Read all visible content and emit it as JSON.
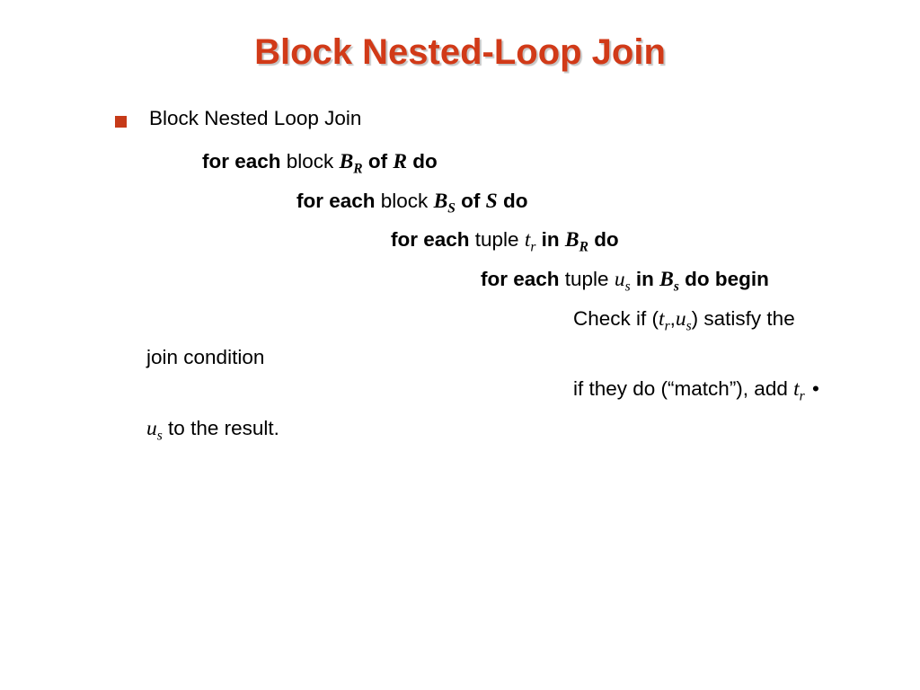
{
  "slide": {
    "title": "Block Nested-Loop Join",
    "title_color": "#D13A18",
    "background_color": "#FFFFFF",
    "bullet_color": "#C63A18",
    "bullet_icon": "square-bullet-icon"
  },
  "bullet": {
    "text": "Block Nested Loop Join"
  },
  "pseudocode": {
    "lines": [
      {
        "indent_level": 1,
        "parts": [
          {
            "text": "for each",
            "style": "bold"
          },
          {
            "text": " block ",
            "style": "regular"
          },
          {
            "text": "B",
            "sub": "R",
            "style": "bold-italic"
          },
          {
            "text": " of ",
            "style": "bold"
          },
          {
            "text": "R",
            "style": "bold-italic"
          },
          {
            "text": " do",
            "style": "bold"
          }
        ],
        "plain": "for each block BR of R do"
      },
      {
        "indent_level": 2,
        "parts": [
          {
            "text": "for each",
            "style": "bold"
          },
          {
            "text": " block ",
            "style": "regular"
          },
          {
            "text": "B",
            "sub": "S",
            "style": "bold-italic"
          },
          {
            "text": " of ",
            "style": "bold"
          },
          {
            "text": "S",
            "style": "bold-italic"
          },
          {
            "text": " do",
            "style": "bold"
          }
        ],
        "plain": "for each block BS of S do"
      },
      {
        "indent_level": 3,
        "parts": [
          {
            "text": "for each",
            "style": "bold"
          },
          {
            "text": " tuple ",
            "style": "regular"
          },
          {
            "text": "t",
            "sub": "r",
            "style": "italic"
          },
          {
            "text": " in ",
            "style": "bold"
          },
          {
            "text": "B",
            "sub": "R",
            "style": "bold-italic"
          },
          {
            "text": " do",
            "style": "bold"
          }
        ],
        "plain": "for each tuple tr in BR do"
      },
      {
        "indent_level": 4,
        "parts": [
          {
            "text": "for each",
            "style": "bold"
          },
          {
            "text": " tuple ",
            "style": "regular"
          },
          {
            "text": "u",
            "sub": "s",
            "style": "italic"
          },
          {
            "text": " in ",
            "style": "bold"
          },
          {
            "text": "B",
            "sub": "s",
            "style": "bold-italic"
          },
          {
            "text": " do ",
            "style": "bold"
          },
          {
            "text": "begin",
            "style": "bold"
          }
        ],
        "plain": "for each tuple us in Bs do begin"
      },
      {
        "indent_level": 5,
        "parts": [
          {
            "text": "Check if (",
            "style": "regular"
          },
          {
            "text": "t",
            "sub": "r",
            "style": "italic"
          },
          {
            "text": ",",
            "style": "regular"
          },
          {
            "text": "u",
            "sub": "s",
            "style": "italic"
          },
          {
            "text": ") satisfy the join condition",
            "style": "regular"
          }
        ],
        "plain": "Check if (tr,us) satisfy the join condition"
      },
      {
        "indent_level": 5,
        "parts": [
          {
            "text": "if they do (“match”), add ",
            "style": "regular"
          },
          {
            "text": "t",
            "sub": "r",
            "style": "italic"
          },
          {
            "text": " • ",
            "style": "regular"
          },
          {
            "text": "u",
            "sub": "s",
            "style": "italic"
          },
          {
            "text": " to the result.",
            "style": "regular"
          }
        ],
        "plain": "if they do (“match”), add tr • us to the result."
      }
    ],
    "text_begin": "begin",
    "text_for_each": "for each",
    "text_block": " block ",
    "text_tuple": " tuple ",
    "text_of": " of ",
    "text_in": " in ",
    "text_do": " do",
    "text_check_if_open": "Check if (",
    "text_comma": ",",
    "text_check_if_close": ") satisfy the join condition",
    "text_match_open": "if they do (“match”), add ",
    "text_concat": " • ",
    "text_result": " to the result.",
    "var_B": "B",
    "var_R": "R",
    "var_S": "S",
    "var_t": "t",
    "var_u": "u",
    "sub_R": "R",
    "sub_S": "S",
    "sub_r": "r",
    "sub_s": "s"
  }
}
